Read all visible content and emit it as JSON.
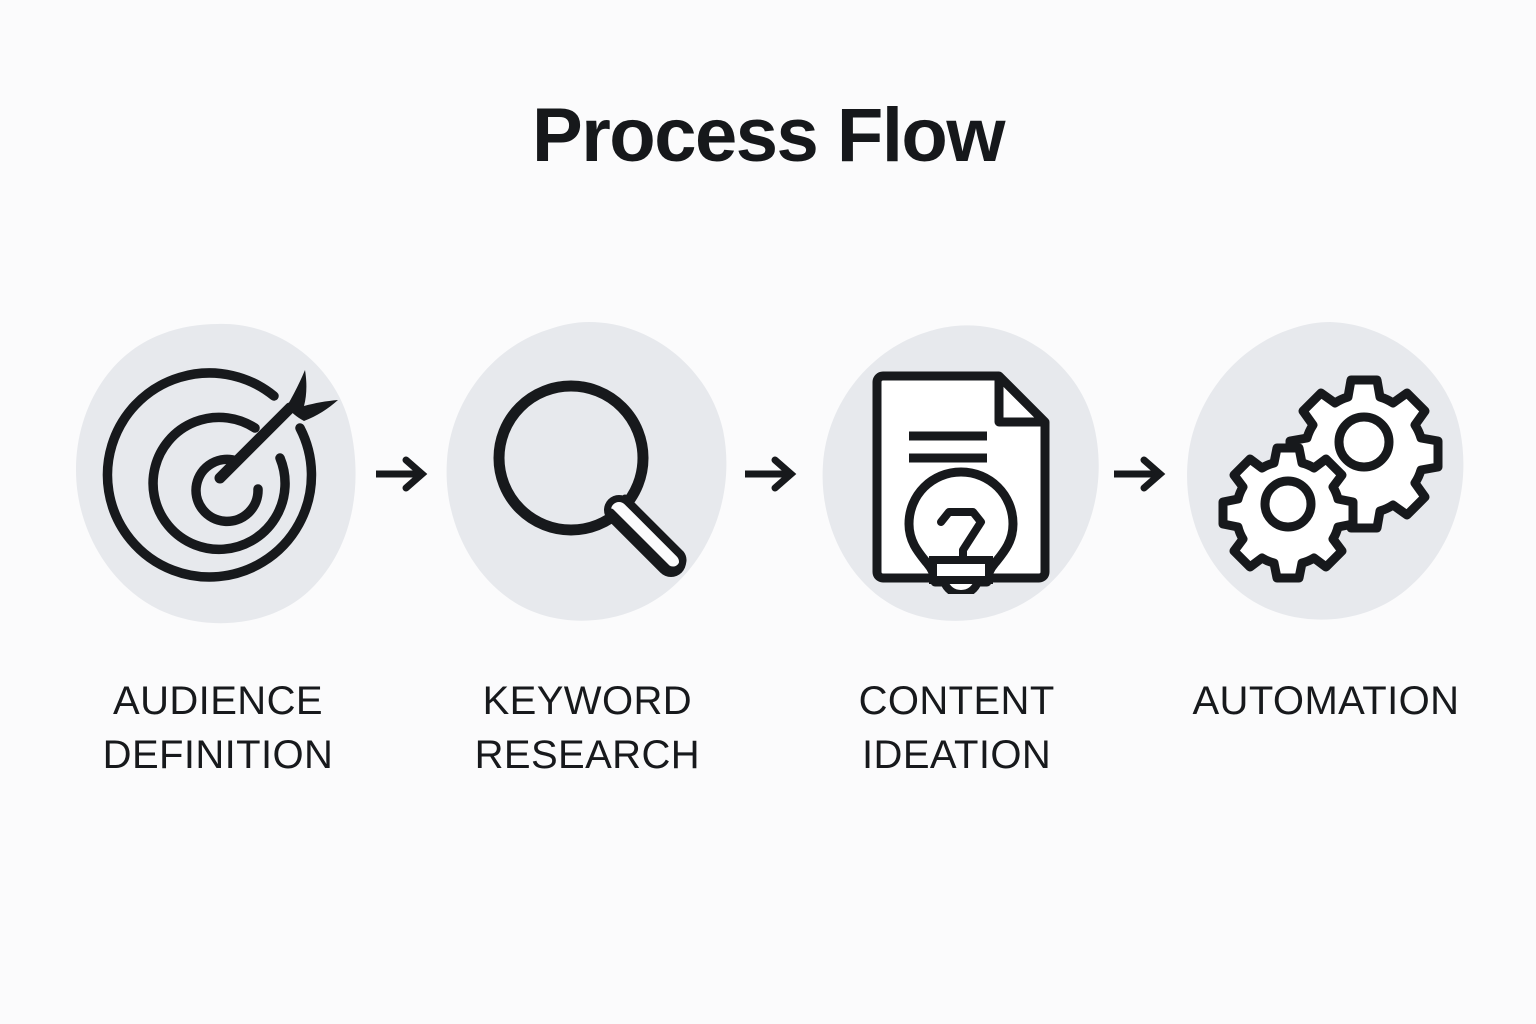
{
  "page": {
    "title": "Process Flow",
    "background_color": "#fbfbfc",
    "ink_color": "#17191c",
    "blob_color": "#e7e9ed"
  },
  "flow": {
    "arrow_label": "→",
    "stages": [
      {
        "index": "1",
        "icon": "target-arrow-icon",
        "label": "AUDIENCE\nDEFINITION",
        "label_line_1": "AUDIENCE",
        "label_line_2": "DEFINITION"
      },
      {
        "index": "2",
        "icon": "magnifying-glass-icon",
        "label": "KEYWORD\nRESEARCH",
        "label_line_1": "KEYWORD",
        "label_line_2": "RESEARCH"
      },
      {
        "index": "3",
        "icon": "document-lightbulb-icon",
        "label": "CONTENT\nIDEATION",
        "label_line_1": "CONTENT",
        "label_line_2": "IDEATION"
      },
      {
        "index": "4",
        "icon": "gears-icon",
        "label": "AUTOMATION",
        "label_line_1": "AUTOMATION",
        "label_line_2": ""
      }
    ],
    "connectors": [
      {
        "from": "AUDIENCE DEFINITION",
        "to": "KEYWORD RESEARCH",
        "icon": "arrow-right-icon"
      },
      {
        "from": "KEYWORD RESEARCH",
        "to": "CONTENT IDEATION",
        "icon": "arrow-right-icon"
      },
      {
        "from": "CONTENT IDEATION",
        "to": "AUTOMATION",
        "icon": "arrow-right-icon"
      }
    ]
  }
}
